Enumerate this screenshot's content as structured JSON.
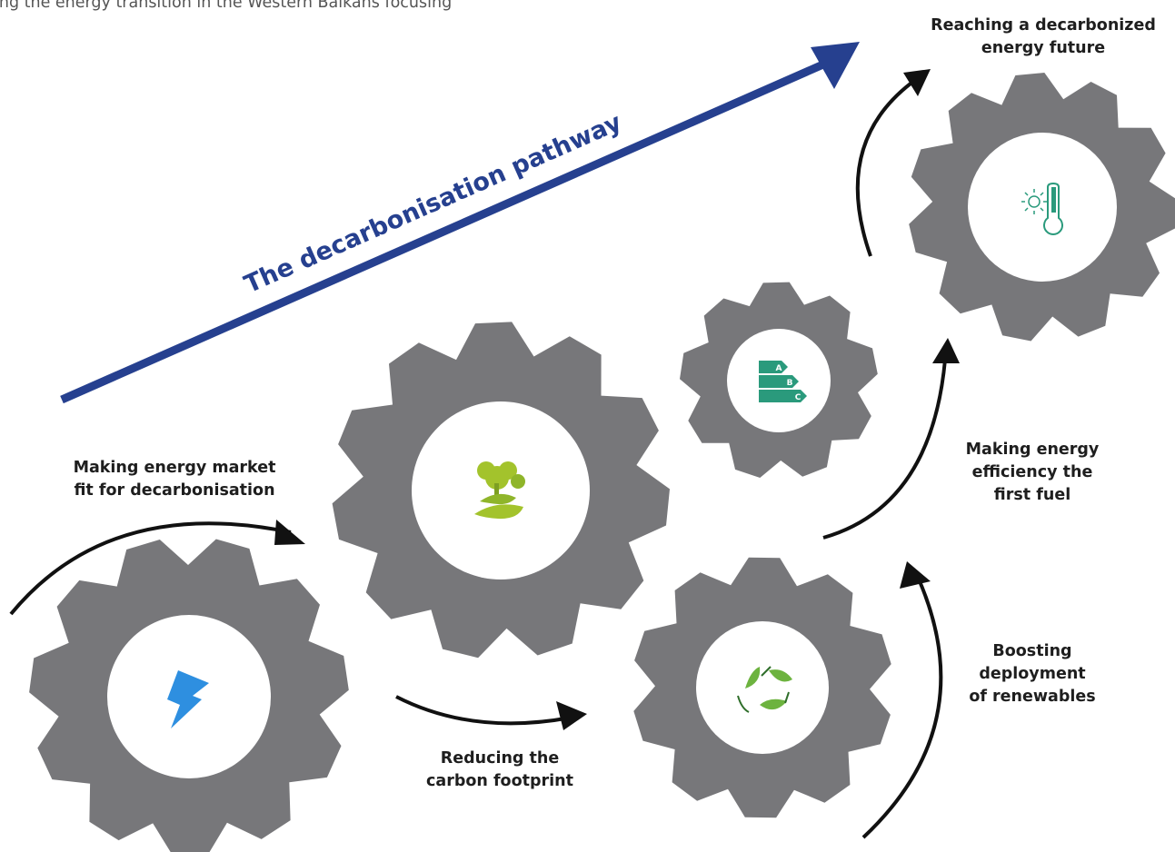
{
  "intro_text": "ing the energy transition in the Western Balkans focusing",
  "pathway_title": "The decarbonisation pathway",
  "colors": {
    "gear": "#77777a",
    "arrow_blue": "#26408f",
    "text": "#1e1e1e",
    "icon_green": "#2a9a7c",
    "icon_lime": "#a3c32c",
    "icon_blue": "#2e8fe0"
  },
  "steps": [
    {
      "icon": "lightning-bolt-icon",
      "lines": [
        "Making energy market",
        "fit for decarbonisation"
      ]
    },
    {
      "icon": "trees-icon",
      "lines": [
        "Reducing the",
        "carbon footprint"
      ]
    },
    {
      "icon": "recycle-leaves-icon",
      "lines": [
        "Boosting",
        "deployment",
        "of renewables"
      ]
    },
    {
      "icon": "energy-label-icon",
      "lines": [
        "Making energy",
        "efficiency the",
        "first fuel"
      ]
    },
    {
      "icon": "sun-thermometer-icon",
      "lines": [
        "Reaching a decarbonized",
        "energy future"
      ]
    }
  ],
  "energy_label_classes": [
    "A",
    "B",
    "C"
  ]
}
